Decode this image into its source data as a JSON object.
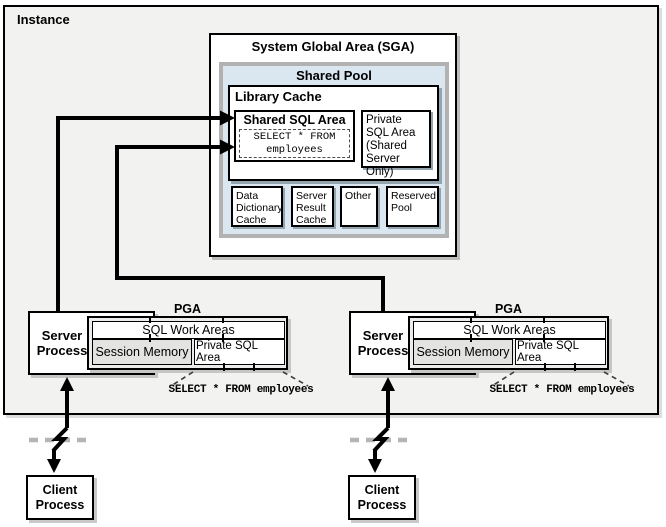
{
  "colors": {
    "instance_fill": "#f2f2f1",
    "shared_pool_fill": "#dbe7f0",
    "shared_pool_border": "#b2b2b2",
    "session_memory_fill": "#e3e3e2",
    "pga_fill": "#ececeb",
    "hatch_stripe": "#c9c9c9",
    "dashed_link": "#b5b5b5",
    "arrow": "#000000"
  },
  "instance": {
    "label": "Instance"
  },
  "sga": {
    "title": "System Global Area (SGA)",
    "shared_pool": {
      "title": "Shared Pool",
      "library_cache": {
        "title": "Library Cache",
        "shared_sql_area": {
          "title": "Shared SQL Area",
          "query": "SELECT * FROM\nemployees"
        },
        "private_sql_area": {
          "label": "Private\nSQL Area\n(Shared\nServer Only)"
        }
      },
      "boxes": [
        {
          "label": "Data\nDictionary\nCache"
        },
        {
          "label": "Server\nResult\nCache"
        },
        {
          "label": "Other"
        },
        {
          "label": "Reserved\nPool"
        }
      ]
    }
  },
  "pga": {
    "label": "PGA",
    "sql_work_areas": "SQL Work Areas",
    "session_memory": "Session Memory",
    "private_sql_area": "Private SQL Area",
    "query": "SELECT * FROM employees"
  },
  "server_process": {
    "label": "Server\nProcess"
  },
  "client_process": {
    "label": "Client\nProcess"
  }
}
